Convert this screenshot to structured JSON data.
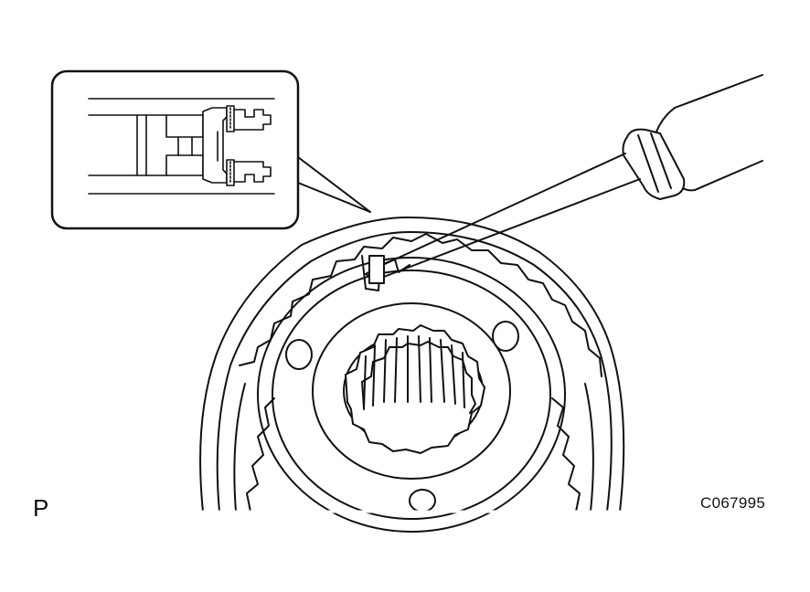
{
  "figure": {
    "corner_mark": "P",
    "code": "C067995"
  },
  "colors": {
    "ink": "#111111",
    "background": "#ffffff"
  },
  "icons": [
    "screwdriver-icon",
    "gear-hub-drawing",
    "detail-inset-section"
  ]
}
